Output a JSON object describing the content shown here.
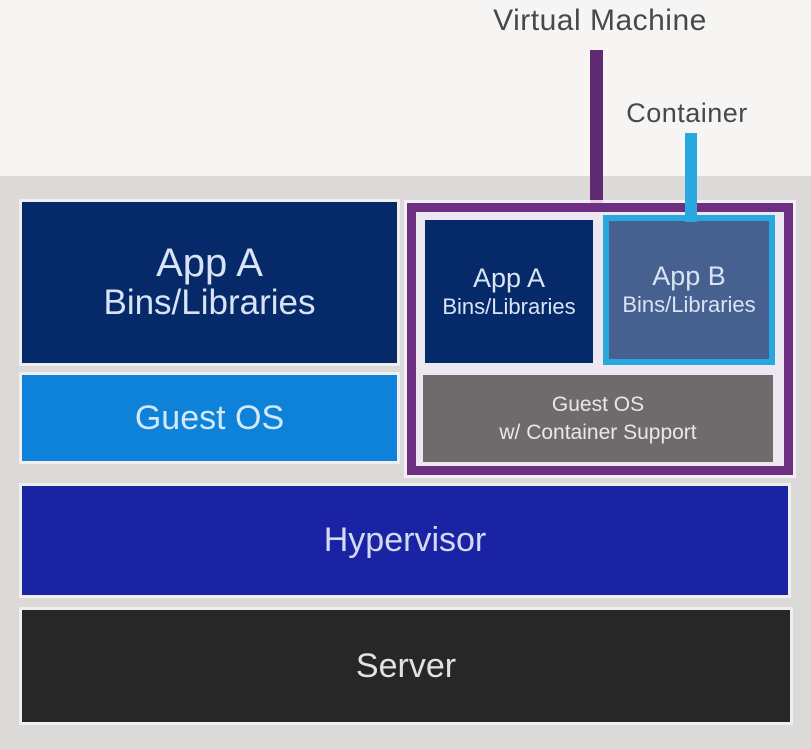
{
  "labels": {
    "virtual_machine": "Virtual Machine",
    "container": "Container"
  },
  "left_stack": {
    "app_a": {
      "title": "App A",
      "subtitle": "Bins/Libraries"
    },
    "guest_os": "Guest OS"
  },
  "vm_group": {
    "app_a": {
      "title": "App A",
      "subtitle": "Bins/Libraries"
    },
    "app_b": {
      "title": "App B",
      "subtitle": "Bins/Libraries"
    },
    "guest_os": {
      "line1": "Guest OS",
      "line2": "w/ Container Support"
    }
  },
  "base": {
    "hypervisor": "Hypervisor",
    "server": "Server"
  },
  "colors": {
    "top_band": "#f7f5f4",
    "background": "#dbdad9",
    "navy": "#06296a",
    "guest_os_blue": "#0d82d8",
    "hypervisor_blue": "#1a23a4",
    "server_dark": "#272727",
    "purple": "#6d3080",
    "purple_line": "#5f2a70",
    "cyan": "#29a8e0",
    "app_b_fill": "#46618f",
    "gray_box": "#6f6b6c",
    "label_text": "#484848",
    "block_text": "#d8e3f4",
    "vm_inset": "#ece7f0"
  }
}
